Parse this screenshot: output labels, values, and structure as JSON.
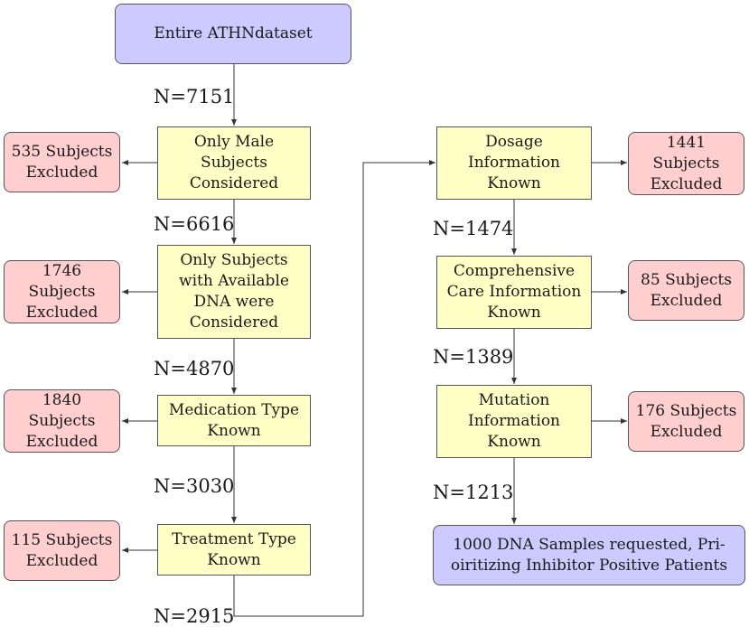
{
  "nodes": {
    "start": "Entire ATHNdataset",
    "male": "Only Male\nSubjects\nConsidered",
    "dna": "Only Subjects\nwith Available\nDNA were\nConsidered",
    "medication": "Medication Type\nKnown",
    "treatment": "Treatment Type\nKnown",
    "dosage": "Dosage\nInformation\nKnown",
    "care": "Comprehensive\nCare Information\nKnown",
    "mutation": "Mutation\nInformation\nKnown",
    "final": "1000 DNA Samples requested, Pri-\noiritizing Inhibitor Positive Patients"
  },
  "excluded": {
    "male": "535 Subjects\nExcluded",
    "dna": "1746\nSubjects\nExcluded",
    "medication": "1840\nSubjects\nExcluded",
    "treatment": "115 Subjects\nExcluded",
    "dosage": "1441\nSubjects\nExcluded",
    "care": "85 Subjects\nExcluded",
    "mutation": "176 Subjects\nExcluded"
  },
  "counts": {
    "n1": "N=7151",
    "n2": "N=6616",
    "n3": "N=4870",
    "n4": "N=3030",
    "n5": "N=2915",
    "n6": "N=1474",
    "n7": "N=1389",
    "n8": "N=1213"
  },
  "colors": {
    "start_fill": "#cccaff",
    "step_fill": "#ffffc6",
    "excluded_fill": "#ffcfd0",
    "edge": "#333333"
  }
}
